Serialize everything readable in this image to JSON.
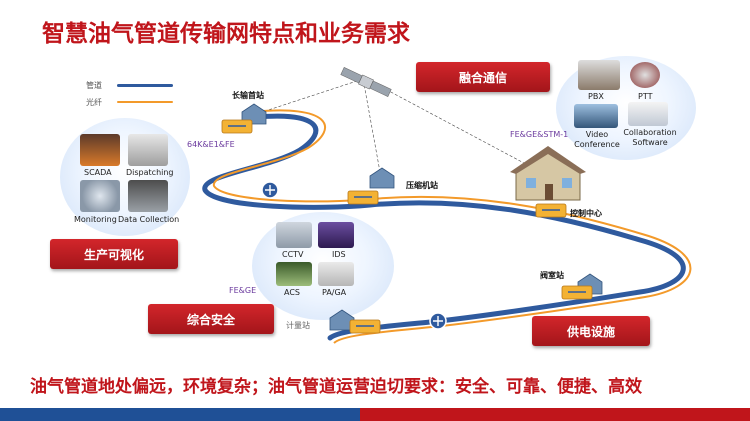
{
  "title": "智慧油气管道传输网特点和业务需求",
  "legend": {
    "pipe": "管道",
    "fiber": "光纤"
  },
  "colors": {
    "pipe": "#2f5a9e",
    "fiber": "#f39a2a",
    "accent": "#c0151b"
  },
  "buttons": {
    "fusion_comm": "融合通信",
    "production_visual": "生产可视化",
    "security": "综合安全",
    "power": "供电设施"
  },
  "stations": {
    "head": "长输首站",
    "compressor": "压缩机站",
    "control": "控制中心",
    "valve": "阀室站",
    "metering": "计量站"
  },
  "links": {
    "head_link": "64K&E1&FE",
    "control_link": "FE&GE&STM-1",
    "security_link": "FE&GE"
  },
  "production_items": [
    "SCADA",
    "Dispatching",
    "Monitoring",
    "Data Collection"
  ],
  "security_items": [
    "CCTV",
    "IDS",
    "ACS",
    "PA/GA"
  ],
  "comm_items": [
    "PBX",
    "PTT",
    "Video Conference",
    "Collaboration Software"
  ],
  "bottom_text": "油气管道地处偏远，环境复杂；油气管道运营迫切要求：安全、可靠、便捷、高效"
}
